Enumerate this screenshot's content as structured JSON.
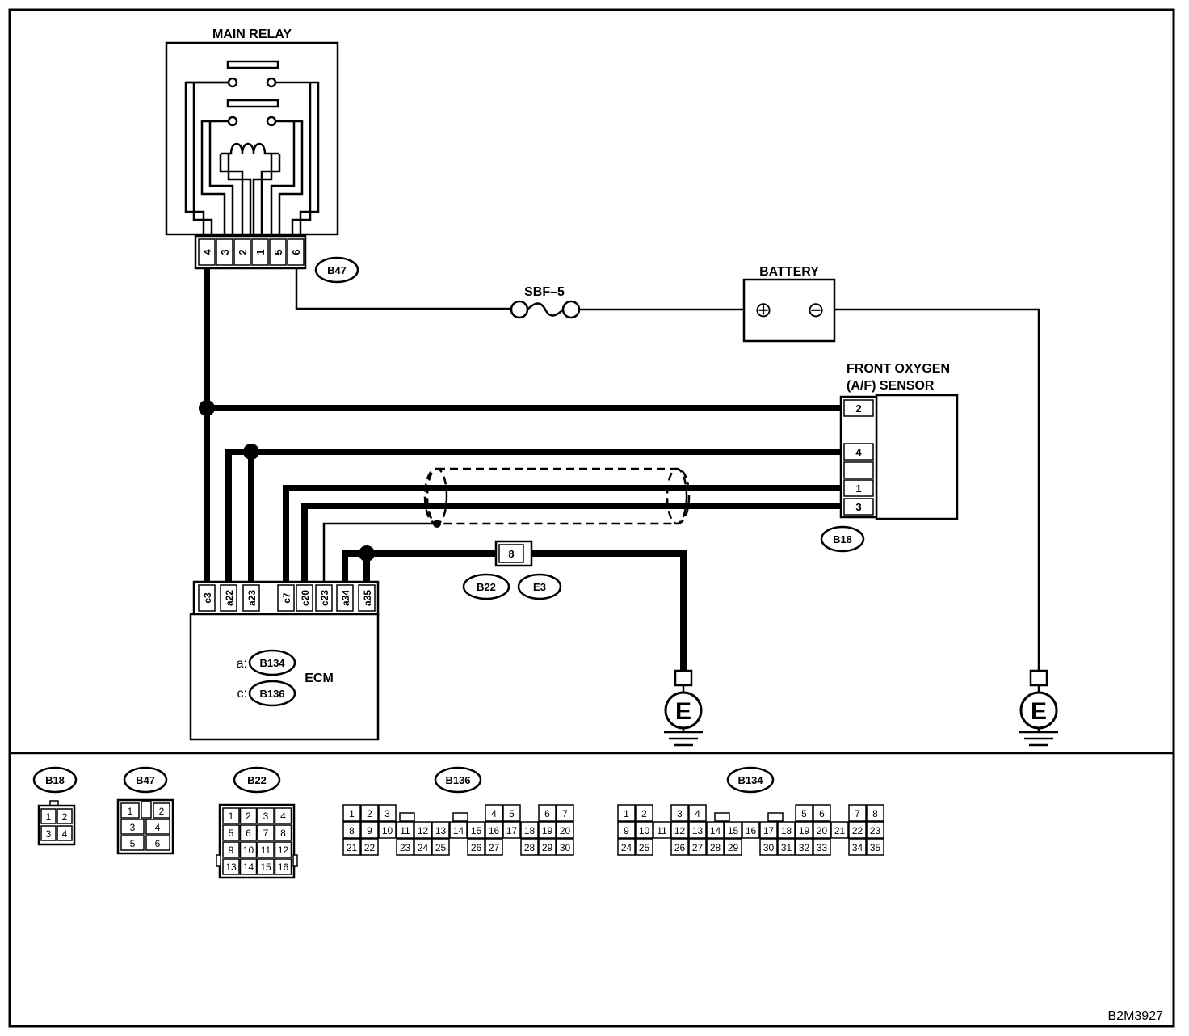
{
  "main_relay": {
    "title": "MAIN RELAY",
    "connector_id": "B47",
    "pins": [
      "4",
      "3",
      "2",
      "1",
      "5",
      "6"
    ]
  },
  "fuse": {
    "label": "SBF–5"
  },
  "battery": {
    "title": "BATTERY",
    "plus": "⊕",
    "minus": "⊖"
  },
  "sensor": {
    "title_line1": "FRONT OXYGEN",
    "title_line2": "(A/F) SENSOR",
    "connector_id": "B18",
    "pins": [
      "2",
      "4",
      "1",
      "3"
    ]
  },
  "joint": {
    "pin": "8",
    "connector_ids": [
      "B22",
      "E3"
    ]
  },
  "ecm": {
    "title": "ECM",
    "pins": [
      "c3",
      "a22",
      "a23",
      "c7",
      "c20",
      "c23",
      "a34",
      "a35"
    ],
    "conn_a_prefix": "a:",
    "conn_a_id": "B134",
    "conn_c_prefix": "c:",
    "conn_c_id": "B136"
  },
  "ground": {
    "symbol": "E"
  },
  "legend": {
    "b18": {
      "id": "B18",
      "rows": [
        [
          "1",
          "2"
        ],
        [
          "3",
          "4"
        ]
      ]
    },
    "b47": {
      "id": "B47",
      "rows": [
        [
          "1",
          "",
          "2"
        ],
        [
          "3",
          "4"
        ],
        [
          "5",
          "6"
        ]
      ]
    },
    "b22": {
      "id": "B22",
      "rows": [
        [
          "1",
          "2",
          "3",
          "4"
        ],
        [
          "5",
          "6",
          "7",
          "8"
        ],
        [
          "9",
          "10",
          "11",
          "12"
        ],
        [
          "13",
          "14",
          "15",
          "16"
        ]
      ]
    },
    "b136": {
      "id": "B136",
      "rows": [
        [
          "1",
          "2",
          "3",
          "",
          "",
          "",
          "",
          "",
          "",
          "4",
          "5",
          "",
          "6",
          "7"
        ],
        [
          "8",
          "9",
          "10",
          "11",
          "12",
          "13",
          "14",
          "15",
          "16",
          "17",
          "18",
          "19",
          "20"
        ],
        [
          "21",
          "22",
          "",
          "23",
          "24",
          "25",
          "",
          "26",
          "27",
          "",
          "28",
          "29",
          "30"
        ]
      ]
    },
    "b134": {
      "id": "B134",
      "rows": [
        [
          "1",
          "2",
          "3",
          "4",
          "5",
          "6",
          "7",
          "8"
        ],
        [
          "9",
          "10",
          "11",
          "12",
          "13",
          "14",
          "15",
          "16",
          "17",
          "18",
          "19",
          "20",
          "21",
          "22",
          "23"
        ],
        [
          "24",
          "25",
          "26",
          "27",
          "28",
          "29",
          "30",
          "31",
          "32",
          "33",
          "34",
          "35"
        ]
      ]
    }
  },
  "figure_code": "B2M3927"
}
